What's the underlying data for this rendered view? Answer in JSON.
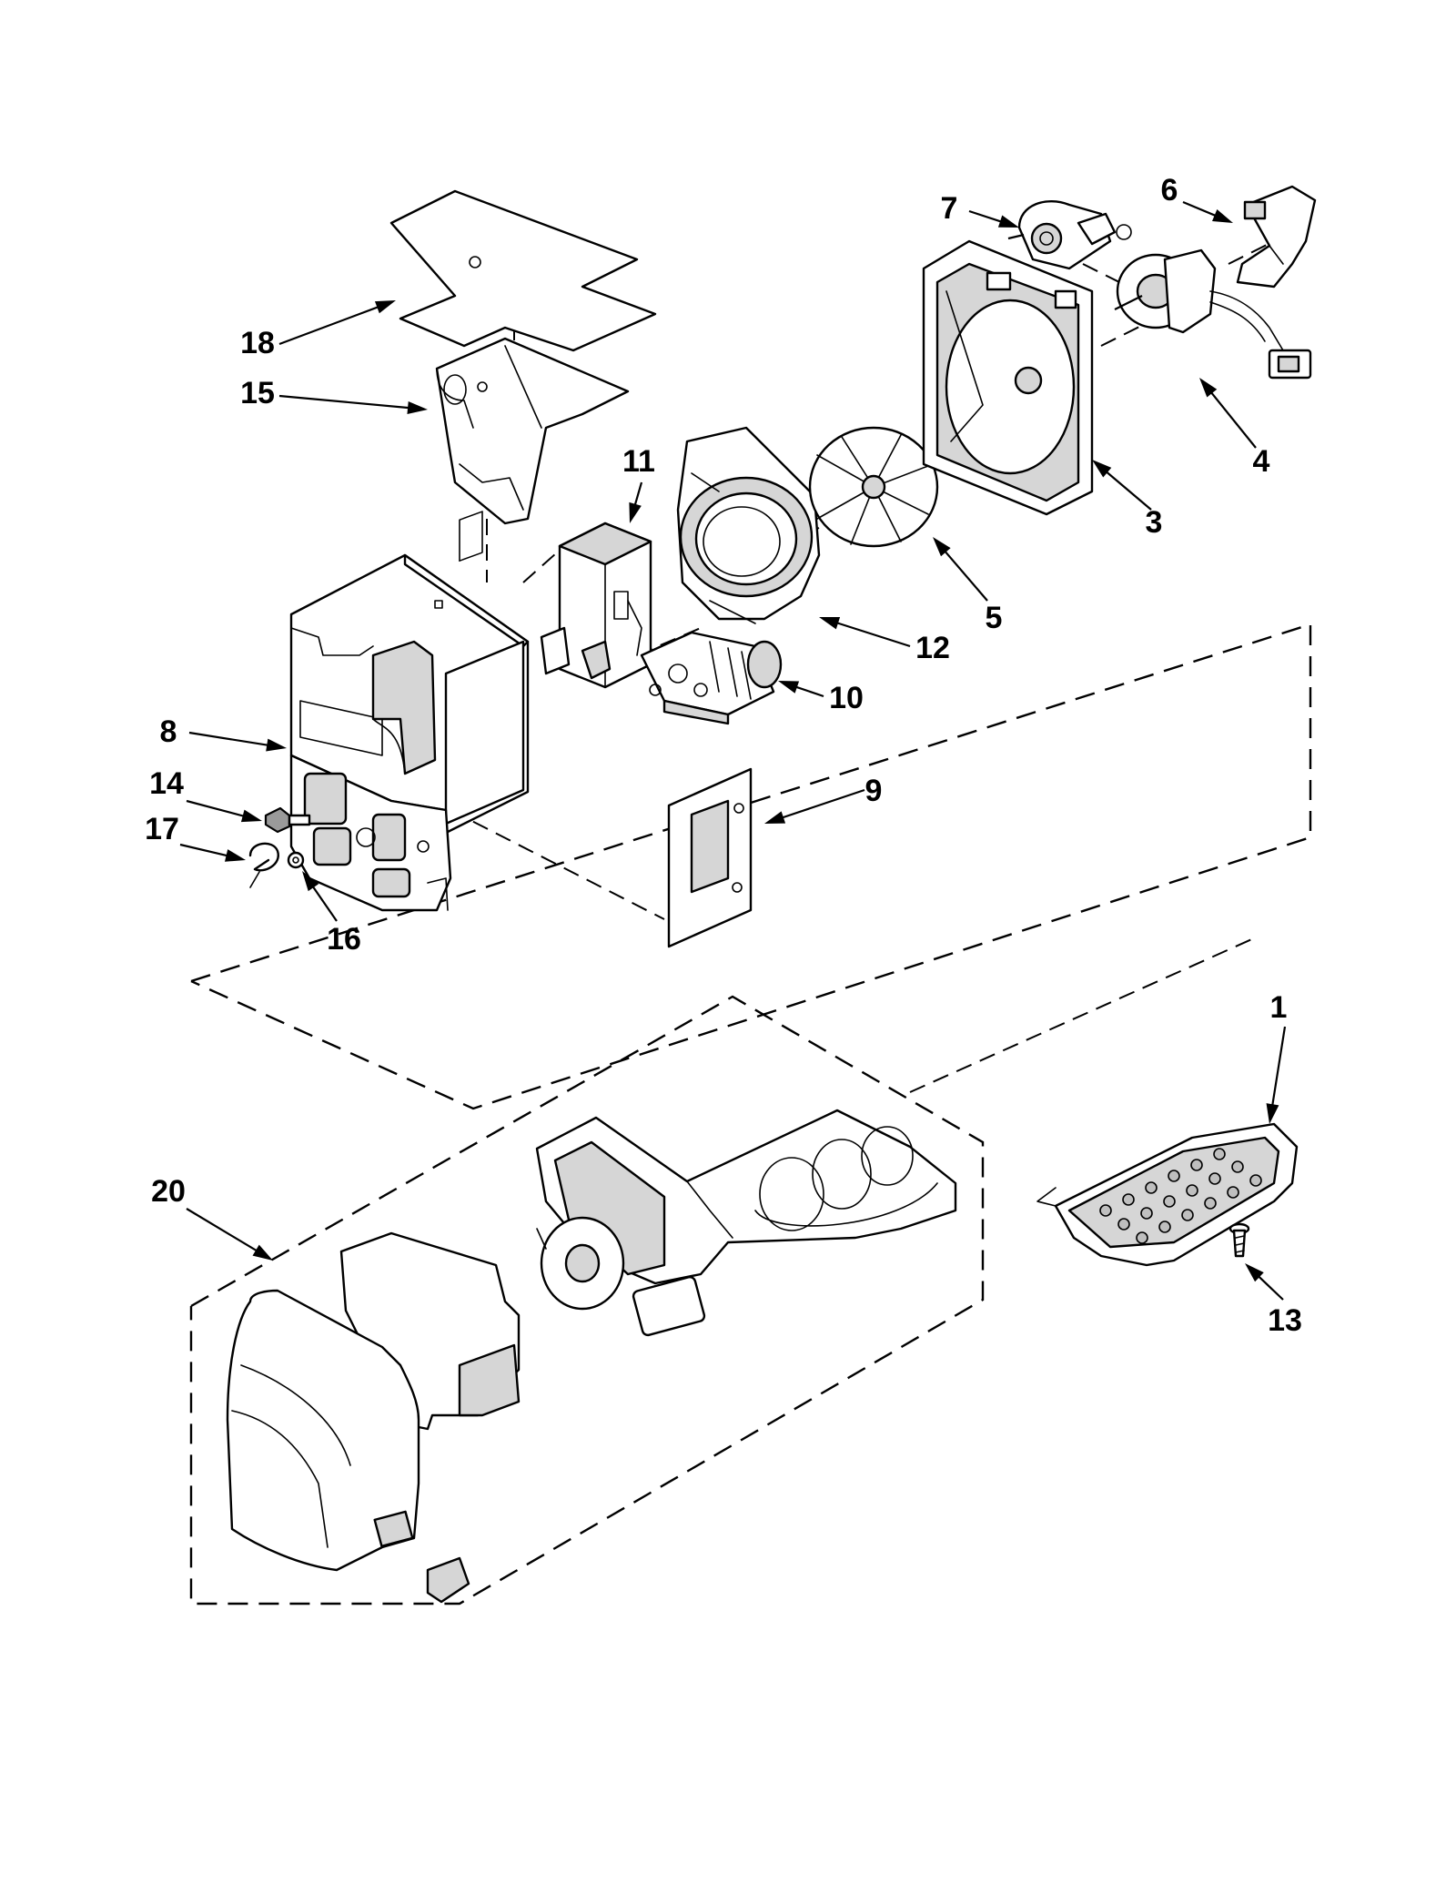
{
  "callouts": [
    {
      "id": "1",
      "label": "1"
    },
    {
      "id": "3",
      "label": "3"
    },
    {
      "id": "4",
      "label": "4"
    },
    {
      "id": "5",
      "label": "5"
    },
    {
      "id": "6",
      "label": "6"
    },
    {
      "id": "7",
      "label": "7"
    },
    {
      "id": "8",
      "label": "8"
    },
    {
      "id": "9",
      "label": "9"
    },
    {
      "id": "10",
      "label": "10"
    },
    {
      "id": "11",
      "label": "11"
    },
    {
      "id": "12",
      "label": "12"
    },
    {
      "id": "13",
      "label": "13"
    },
    {
      "id": "14",
      "label": "14"
    },
    {
      "id": "15",
      "label": "15"
    },
    {
      "id": "16",
      "label": "16"
    },
    {
      "id": "17",
      "label": "17"
    },
    {
      "id": "18",
      "label": "18"
    },
    {
      "id": "20",
      "label": "20"
    }
  ]
}
